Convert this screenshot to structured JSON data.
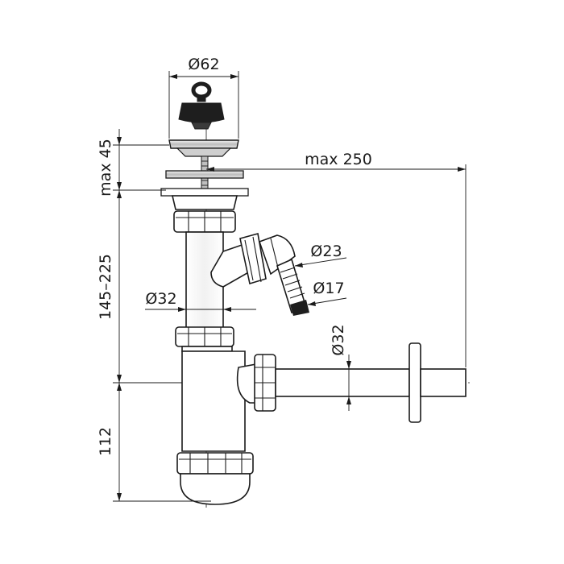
{
  "dimensions": {
    "plug_diameter": "Ø62",
    "max_flange": "max 45",
    "max_reach": "max 250",
    "height_range": "145–225",
    "bottom_height": "112",
    "tube_diameter": "Ø32",
    "side_inlet_outer": "Ø23",
    "side_inlet_inner": "Ø17",
    "outlet_diameter": "Ø32"
  },
  "colors": {
    "line": "#1a1a1a",
    "plug": "#1e1e1e",
    "metal": "#d9d9d9"
  }
}
